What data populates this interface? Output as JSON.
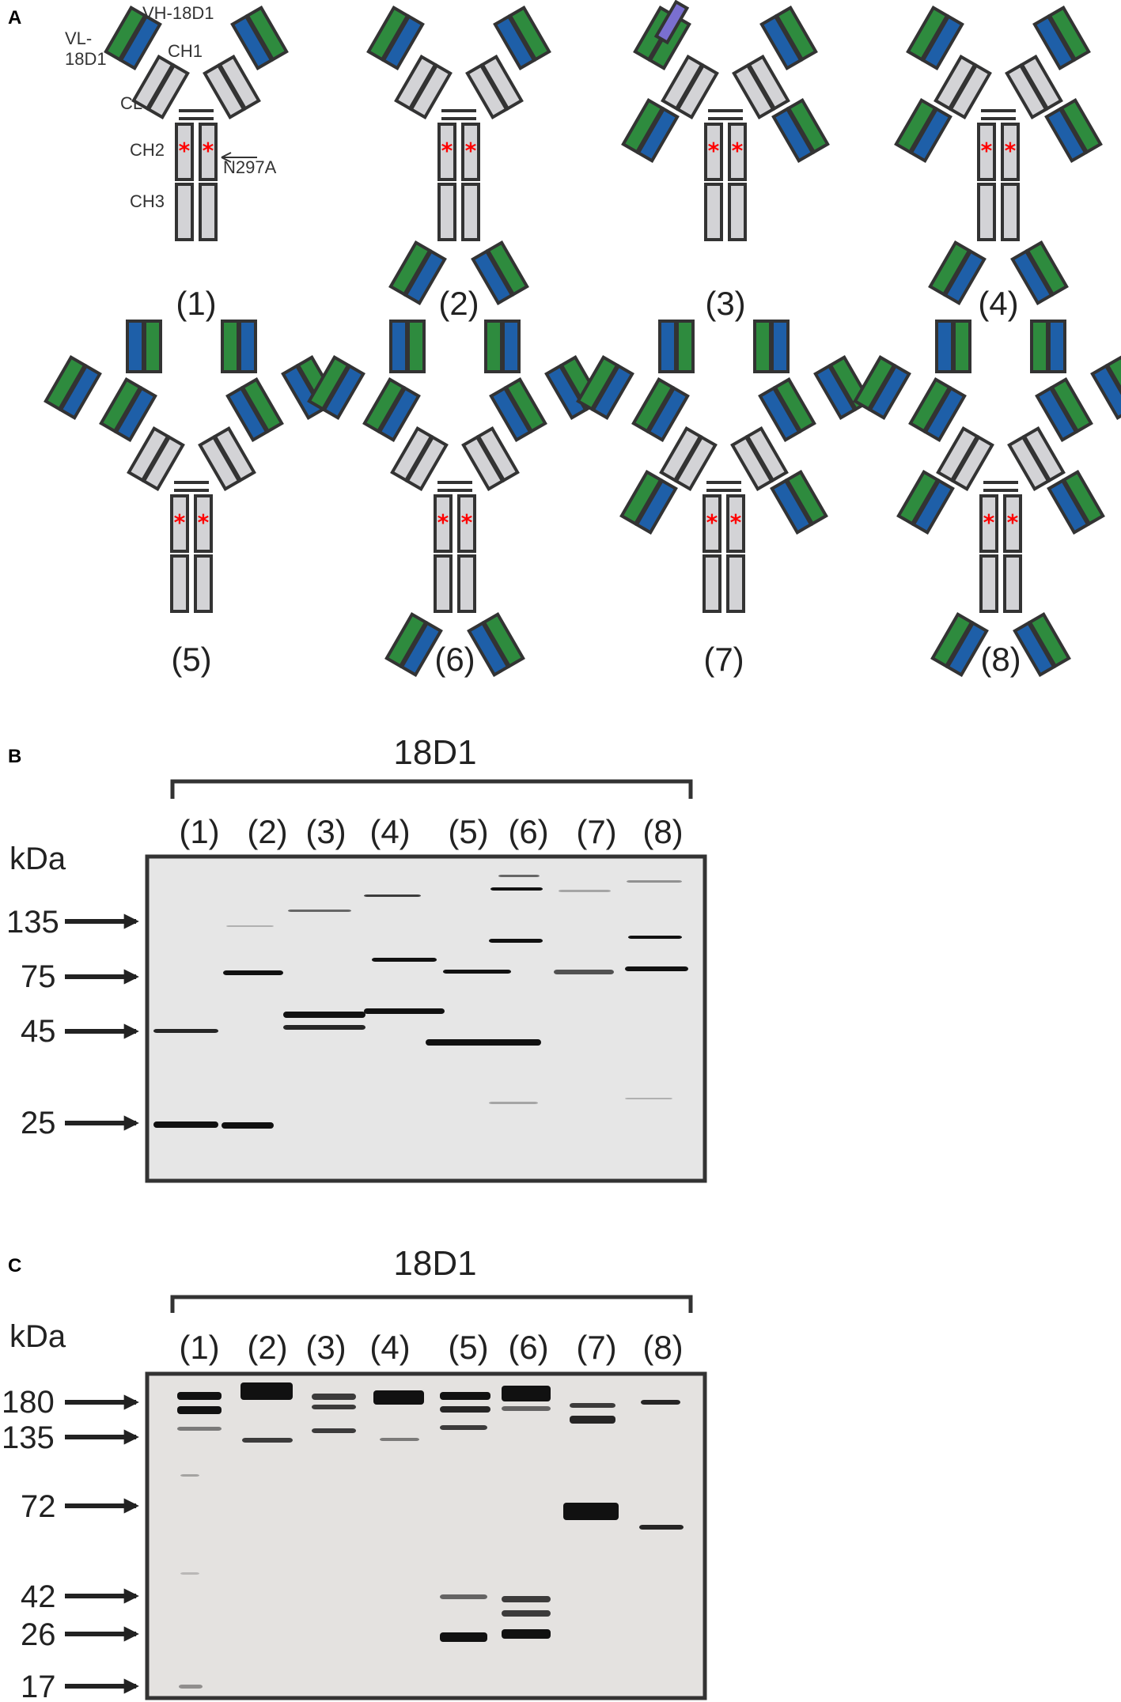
{
  "panel_a": {
    "letter": "A",
    "labels": {
      "vh": "VH-18D1",
      "vl_line1": "VL-",
      "vl_line2": "18D1",
      "ch1": "CH1",
      "cl": "CL",
      "ch2": "CH2",
      "ch3": "CH3",
      "mutation": "N297A"
    },
    "constructs": [
      "(1)",
      "(2)",
      "(3)",
      "(4)",
      "(5)",
      "(6)",
      "(7)",
      "(8)"
    ],
    "colors": {
      "vh": "#1e5fa8",
      "vl": "#2e8b3e",
      "constant": "#d3d3d6",
      "purple": "#7a6fd0",
      "outline": "#333333",
      "mutation_star": "#ff0000"
    }
  },
  "panel_b": {
    "letter": "B",
    "title": "18D1",
    "unit": "kDa",
    "lanes": [
      "(1)",
      "(2)",
      "(3)",
      "(4)",
      "(5)",
      "(6)",
      "(7)",
      "(8)"
    ],
    "markers": [
      "135",
      "75",
      "45",
      "25"
    ]
  },
  "panel_c": {
    "letter": "C",
    "title": "18D1",
    "unit": "kDa",
    "lanes": [
      "(1)",
      "(2)",
      "(3)",
      "(4)",
      "(5)",
      "(6)",
      "(7)",
      "(8)"
    ],
    "markers": [
      "180",
      "135",
      "72",
      "42",
      "26",
      "17"
    ]
  }
}
